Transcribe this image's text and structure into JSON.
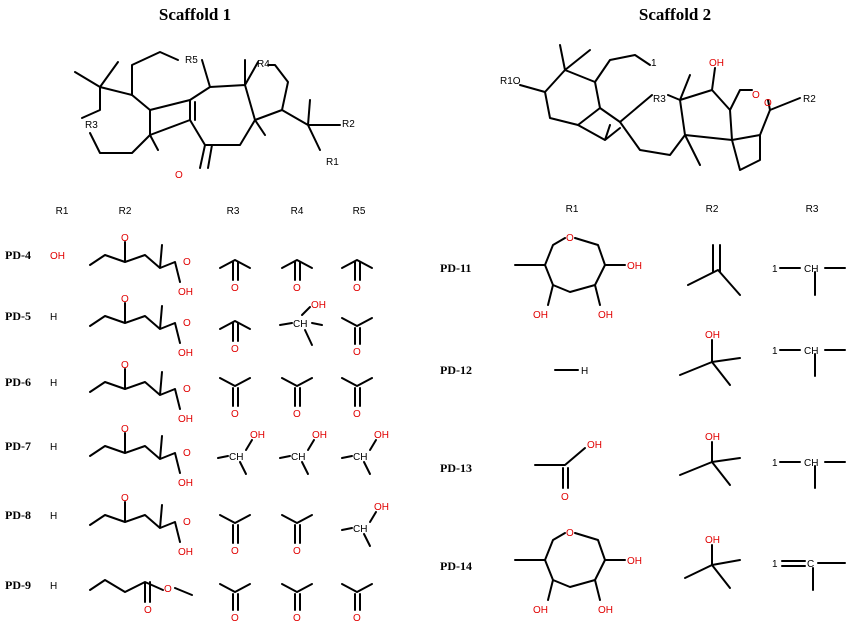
{
  "scaffold1": {
    "title": "Scaffold 1",
    "core_labels": [
      "R5",
      "R4",
      "R3",
      "R2",
      "R1",
      "O"
    ],
    "headers": [
      "R1",
      "R2",
      "R3",
      "R4",
      "R5"
    ],
    "rows": [
      {
        "id": "PD-4",
        "r1": "OH",
        "r2": "O",
        "r2b": "O",
        "r2c": "OH",
        "r3": "O",
        "r4": "O",
        "r5": "O"
      },
      {
        "id": "PD-5",
        "r1": "H",
        "r2": "O",
        "r2b": "O",
        "r2c": "OH",
        "r3": "O",
        "r4": "OH",
        "r4b": "CH",
        "r5": "O"
      },
      {
        "id": "PD-6",
        "r1": "H",
        "r2": "O",
        "r2b": "O",
        "r2c": "OH",
        "r3": "O",
        "r4": "O",
        "r5": "O"
      },
      {
        "id": "PD-7",
        "r1": "H",
        "r2": "O",
        "r2b": "O",
        "r2c": "OH",
        "r3": "OH",
        "r3b": "CH",
        "r4": "OH",
        "r4b": "CH",
        "r5": "OH",
        "r5b": "CH"
      },
      {
        "id": "PD-8",
        "r1": "H",
        "r2": "O",
        "r2b": "O",
        "r2c": "OH",
        "r3": "O",
        "r4": "O",
        "r5": "OH",
        "r5b": "CH"
      },
      {
        "id": "PD-9",
        "r1": "H",
        "r2": "O",
        "r2b": "O",
        "r3": "O",
        "r4": "O",
        "r5": "O"
      }
    ]
  },
  "scaffold2": {
    "title": "Scaffold 2",
    "core_labels": [
      "R1O",
      "1",
      "R3",
      "OH",
      "O",
      "O",
      "R2"
    ],
    "headers": [
      "R1",
      "R2",
      "R3"
    ],
    "rows": [
      {
        "id": "PD-11",
        "r1_atoms": [
          "O",
          "OH",
          "OH",
          "OH"
        ],
        "r2": "",
        "r3": [
          "1",
          "CH"
        ]
      },
      {
        "id": "PD-12",
        "r1_atoms": [
          "H"
        ],
        "r2": "OH",
        "r3": [
          "1",
          "CH"
        ]
      },
      {
        "id": "PD-13",
        "r1_atoms": [
          "OH",
          "O"
        ],
        "r2": "OH",
        "r3": [
          "1",
          "CH"
        ]
      },
      {
        "id": "PD-14",
        "r1_atoms": [
          "O",
          "OH",
          "OH",
          "OH"
        ],
        "r2": "OH",
        "r3": [
          "1",
          "C"
        ]
      }
    ]
  }
}
